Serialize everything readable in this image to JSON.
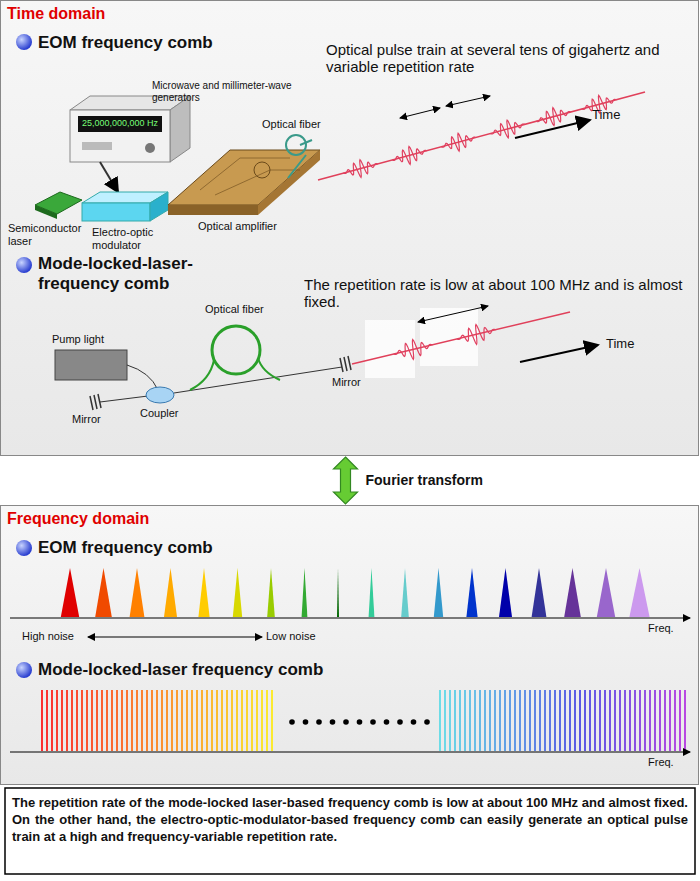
{
  "diagram": {
    "caption": "The repetition rate of the mode-locked laser-based frequency comb is low at about 100 MHz and almost fixed. On the other hand, the electro-optic-modulator-based frequency comb can easily generate an optical pulse train at a high and frequency-variable repetition rate.",
    "nodes": [
      {
        "text": [
          "Time domain"
        ]
      },
      {
        "text": [
          "Frequency domain"
        ]
      }
    ],
    "edges": [
      {
        "from": 0,
        "to": 1,
        "arrow": "both",
        "label": "Fourier transform"
      }
    ],
    "labels": [
      "EOM frequency comb",
      "Optical pulse train at several tens of gigahertz and variable repetition rate",
      "Microwave and millimeter-wave generators",
      "25,000,000,000 Hz",
      "Optical fiber",
      "Time",
      "Semiconductor laser",
      "Electro-optic modulator",
      "Optical amplifier",
      "Mode-locked-laser-frequency comb",
      "The repetition rate is low at about 100 MHz and is almost fixed.",
      "Optical fiber",
      "Pump light",
      "Time",
      "Mirror",
      "Coupler",
      "Mirror",
      "EOM frequency comb",
      "High noise",
      "Low noise",
      "Freq.",
      "Mode-locked-laser frequency comb",
      "Freq."
    ]
  }
}
